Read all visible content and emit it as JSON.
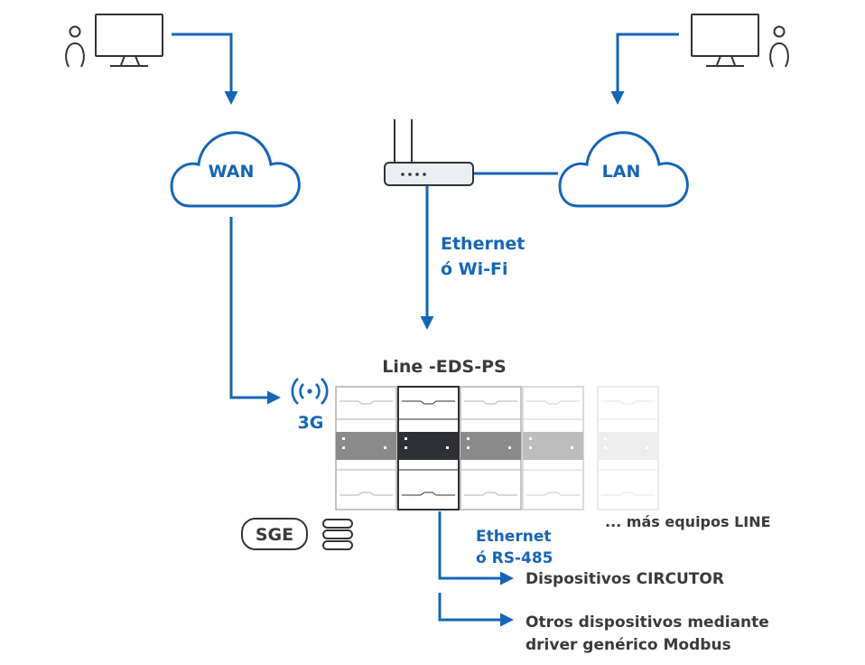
{
  "labels": {
    "wan": "WAN",
    "lan": "LAN",
    "ethernet_wifi_1": "Ethernet",
    "ethernet_wifi_2": "ó Wi-Fi",
    "device_title": "Line -EDS-PS",
    "signal": "3G",
    "sge": "SGE",
    "more_line": "... más equipos LINE",
    "eth_rs485_1": "Ethernet",
    "eth_rs485_2": "ó RS-485",
    "circutor": "Dispositivos CIRCUTOR",
    "otros_1": "Otros dispositivos mediante",
    "otros_2": "driver genérico Modbus"
  },
  "icons": {
    "left_user": "user-icon",
    "left_monitor": "monitor-icon",
    "right_user": "user-icon",
    "right_monitor": "monitor-icon",
    "router": "router-icon",
    "wan_cloud": "cloud-icon",
    "lan_cloud": "cloud-icon",
    "signal": "wireless-signal-icon",
    "database": "database-icon"
  },
  "colors": {
    "accent": "#1565b5",
    "text": "#3a3a3a"
  }
}
